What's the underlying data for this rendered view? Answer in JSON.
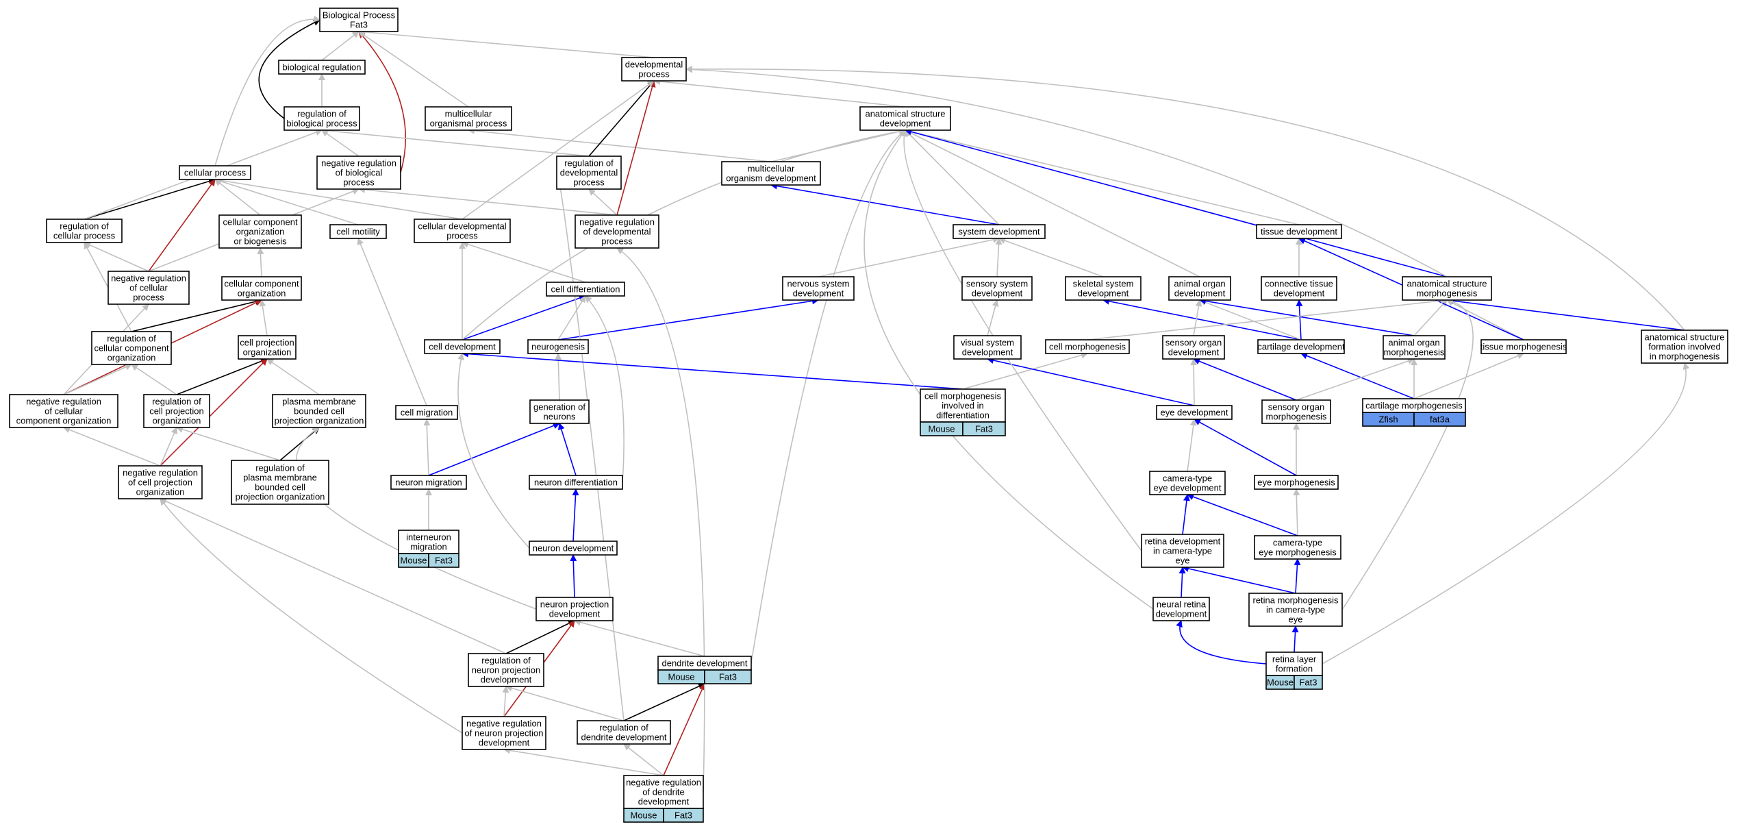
{
  "colors": {
    "is_a": "#c0c0c0",
    "part_of": "#0000ff",
    "regulates": "#000000",
    "negatively_regulates": "#b22222",
    "tag_light": "#add8e6",
    "tag_dark": "#6495ed"
  },
  "nodes": {
    "bp": {
      "lines": [
        "Biological Process",
        "Fat3"
      ]
    },
    "breg": {
      "lines": [
        "biological regulation"
      ]
    },
    "devproc": {
      "lines": [
        "developmental",
        "process"
      ]
    },
    "regbp": {
      "lines": [
        "regulation of",
        "biological process"
      ]
    },
    "mop": {
      "lines": [
        "multicellular",
        "organismal process"
      ]
    },
    "asd": {
      "lines": [
        "anatomical structure",
        "development"
      ]
    },
    "cp": {
      "lines": [
        "cellular process"
      ]
    },
    "negregbp": {
      "lines": [
        "negative regulation",
        "of biological",
        "process"
      ]
    },
    "regdev": {
      "lines": [
        "regulation of",
        "developmental",
        "process"
      ]
    },
    "mod": {
      "lines": [
        "multicellular",
        "organism development"
      ]
    },
    "regcp": {
      "lines": [
        "regulation of",
        "cellular process"
      ]
    },
    "ccob": {
      "lines": [
        "cellular component",
        "organization",
        "or biogenesis"
      ]
    },
    "cmot": {
      "lines": [
        "cell motility"
      ]
    },
    "cdp": {
      "lines": [
        "cellular developmental",
        "process"
      ]
    },
    "negregdev": {
      "lines": [
        "negative regulation",
        "of developmental",
        "process"
      ]
    },
    "sysdev": {
      "lines": [
        "system development"
      ]
    },
    "tisdev": {
      "lines": [
        "tissue development"
      ]
    },
    "negregcp": {
      "lines": [
        "negative regulation",
        "of cellular",
        "process"
      ]
    },
    "cco": {
      "lines": [
        "cellular component",
        "organization"
      ]
    },
    "cdiff": {
      "lines": [
        "cell differentiation"
      ]
    },
    "nsd": {
      "lines": [
        "nervous system",
        "development"
      ]
    },
    "ssd": {
      "lines": [
        "sensory system",
        "development"
      ]
    },
    "skd": {
      "lines": [
        "skeletal system",
        "development"
      ]
    },
    "aod": {
      "lines": [
        "animal organ",
        "development"
      ]
    },
    "ctd": {
      "lines": [
        "connective tissue",
        "development"
      ]
    },
    "asm": {
      "lines": [
        "anatomical structure",
        "morphogenesis"
      ]
    },
    "regcco": {
      "lines": [
        "regulation of",
        "cellular component",
        "organization"
      ]
    },
    "cpo": {
      "lines": [
        "cell projection",
        "organization"
      ]
    },
    "celldev": {
      "lines": [
        "cell development"
      ]
    },
    "neurog": {
      "lines": [
        "neurogenesis"
      ]
    },
    "vsd": {
      "lines": [
        "visual system",
        "development"
      ]
    },
    "cmorph": {
      "lines": [
        "cell morphogenesis"
      ]
    },
    "sod": {
      "lines": [
        "sensory organ",
        "development"
      ]
    },
    "cartdev": {
      "lines": [
        "cartilage development"
      ]
    },
    "aom": {
      "lines": [
        "animal organ",
        "morphogenesis"
      ]
    },
    "tism": {
      "lines": [
        "tissue morphogenesis"
      ]
    },
    "asfm": {
      "lines": [
        "anatomical structure",
        "formation involved",
        "in morphogenesis"
      ]
    },
    "negregcco": {
      "lines": [
        "negative regulation",
        "of cellular",
        "component organization"
      ]
    },
    "regcpo": {
      "lines": [
        "regulation of",
        "cell projection",
        "organization"
      ]
    },
    "pmbcpo": {
      "lines": [
        "plasma membrane",
        "bounded cell",
        "projection organization"
      ]
    },
    "cmig": {
      "lines": [
        "cell migration"
      ]
    },
    "genneur": {
      "lines": [
        "generation of",
        "neurons"
      ]
    },
    "cmdiff": {
      "lines": [
        "cell morphogenesis",
        "involved in",
        "differentiation"
      ],
      "tags": [
        "Mouse",
        "Fat3"
      ]
    },
    "eyedev": {
      "lines": [
        "eye development"
      ]
    },
    "som": {
      "lines": [
        "sensory organ",
        "morphogenesis"
      ]
    },
    "cartm": {
      "lines": [
        "cartilage morphogenesis"
      ],
      "tags": [
        "Zfish",
        "fat3a"
      ],
      "tag_style": "dark"
    },
    "negregcpo": {
      "lines": [
        "negative regulation",
        "of cell projection",
        "organization"
      ]
    },
    "regpmbcpo": {
      "lines": [
        "regulation of",
        "plasma membrane",
        "bounded cell",
        "projection organization"
      ]
    },
    "nmig": {
      "lines": [
        "neuron migration"
      ]
    },
    "ndiff": {
      "lines": [
        "neuron differentiation"
      ]
    },
    "cted": {
      "lines": [
        "camera-type",
        "eye development"
      ]
    },
    "eyem": {
      "lines": [
        "eye morphogenesis"
      ]
    },
    "inmig": {
      "lines": [
        "interneuron",
        "migration"
      ],
      "tags": [
        "Mouse",
        "Fat3"
      ]
    },
    "ndev": {
      "lines": [
        "neuron development"
      ]
    },
    "rdcte": {
      "lines": [
        "retina development",
        "in camera-type",
        "eye"
      ]
    },
    "ctem": {
      "lines": [
        "camera-type",
        "eye morphogenesis"
      ]
    },
    "npd": {
      "lines": [
        "neuron projection",
        "development"
      ]
    },
    "nrd": {
      "lines": [
        "neural retina",
        "development"
      ]
    },
    "rmcte": {
      "lines": [
        "retina morphogenesis",
        "in camera-type",
        "eye"
      ]
    },
    "regnpd": {
      "lines": [
        "regulation of",
        "neuron projection",
        "development"
      ]
    },
    "ddev": {
      "lines": [
        "dendrite development"
      ],
      "tags": [
        "Mouse",
        "Fat3"
      ]
    },
    "rlf": {
      "lines": [
        "retina layer",
        "formation"
      ],
      "tags": [
        "Mouse",
        "Fat3"
      ]
    },
    "negregnpd": {
      "lines": [
        "negative regulation",
        "of neuron projection",
        "development"
      ]
    },
    "regdd": {
      "lines": [
        "regulation of",
        "dendrite development"
      ]
    },
    "negregdd": {
      "lines": [
        "negative regulation",
        "of dendrite",
        "development"
      ],
      "tags": [
        "Mouse",
        "Fat3"
      ]
    }
  }
}
